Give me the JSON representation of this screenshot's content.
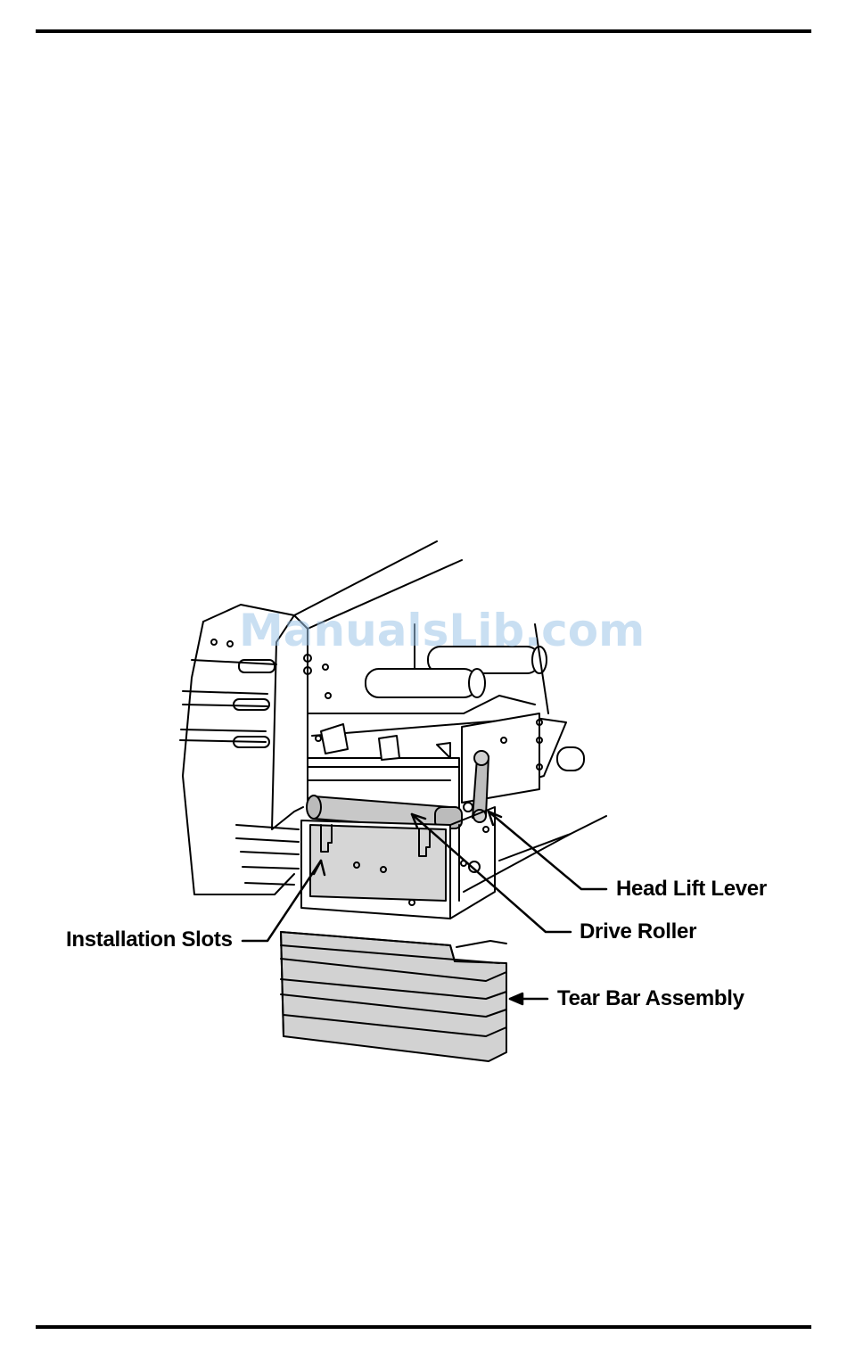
{
  "watermark": "ManualsLib.com",
  "figure": {
    "labels": {
      "installation_slots": "Installation Slots",
      "head_lift_lever": "Head Lift Lever",
      "drive_roller": "Drive Roller",
      "tear_bar_assembly": "Tear Bar Assembly"
    }
  }
}
